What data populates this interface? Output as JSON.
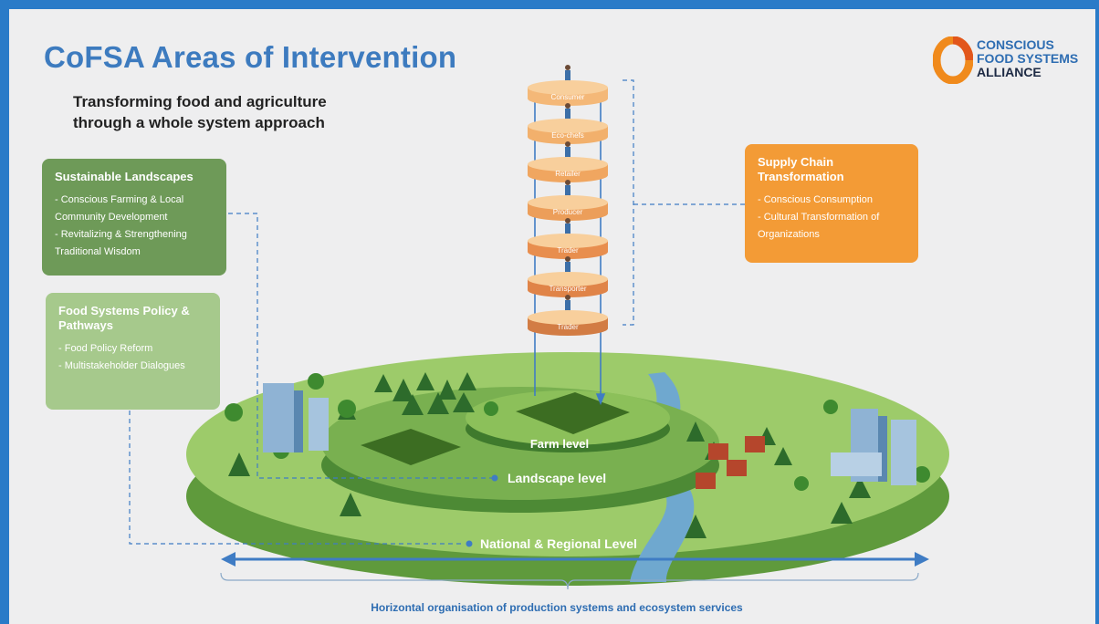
{
  "title": "CoFSA Areas of Intervention",
  "subtitle": "Transforming food and agriculture through a whole system approach",
  "logo": {
    "lines": [
      "CONSCIOUS",
      "FOOD SYSTEMS",
      "ALLIANCE"
    ]
  },
  "cards": {
    "landscapes": {
      "title": "Sustainable Landscapes",
      "items": [
        "- Conscious Farming & Local Community Development",
        "- Revitalizing & Strengthening Traditional Wisdom"
      ]
    },
    "policy": {
      "title": "Food Systems Policy & Pathways",
      "items": [
        "- Food Policy Reform",
        "- Multistakeholder Dialogues"
      ]
    },
    "supply": {
      "title": "Supply Chain Transformation",
      "items": [
        "- Conscious Consumption",
        "- Cultural Transformation of Organizations"
      ]
    }
  },
  "chain": [
    "Consumer",
    "Eco-chefs",
    "Retailer",
    "Producer",
    "Trader",
    "Transporter",
    "Trader"
  ],
  "levels": {
    "farm": "Farm level",
    "landscape": "Landscape level",
    "national": "National & Regional Level"
  },
  "axis_caption": "Horizontal organisation of production systems and ecosystem services",
  "colors": {
    "title_blue": "#3d7bbf",
    "landscape_green": "#6e9a58",
    "policy_green": "#a6c98c",
    "supply_orange": "#f39b36",
    "frame_blue": "#2a7bc8"
  }
}
